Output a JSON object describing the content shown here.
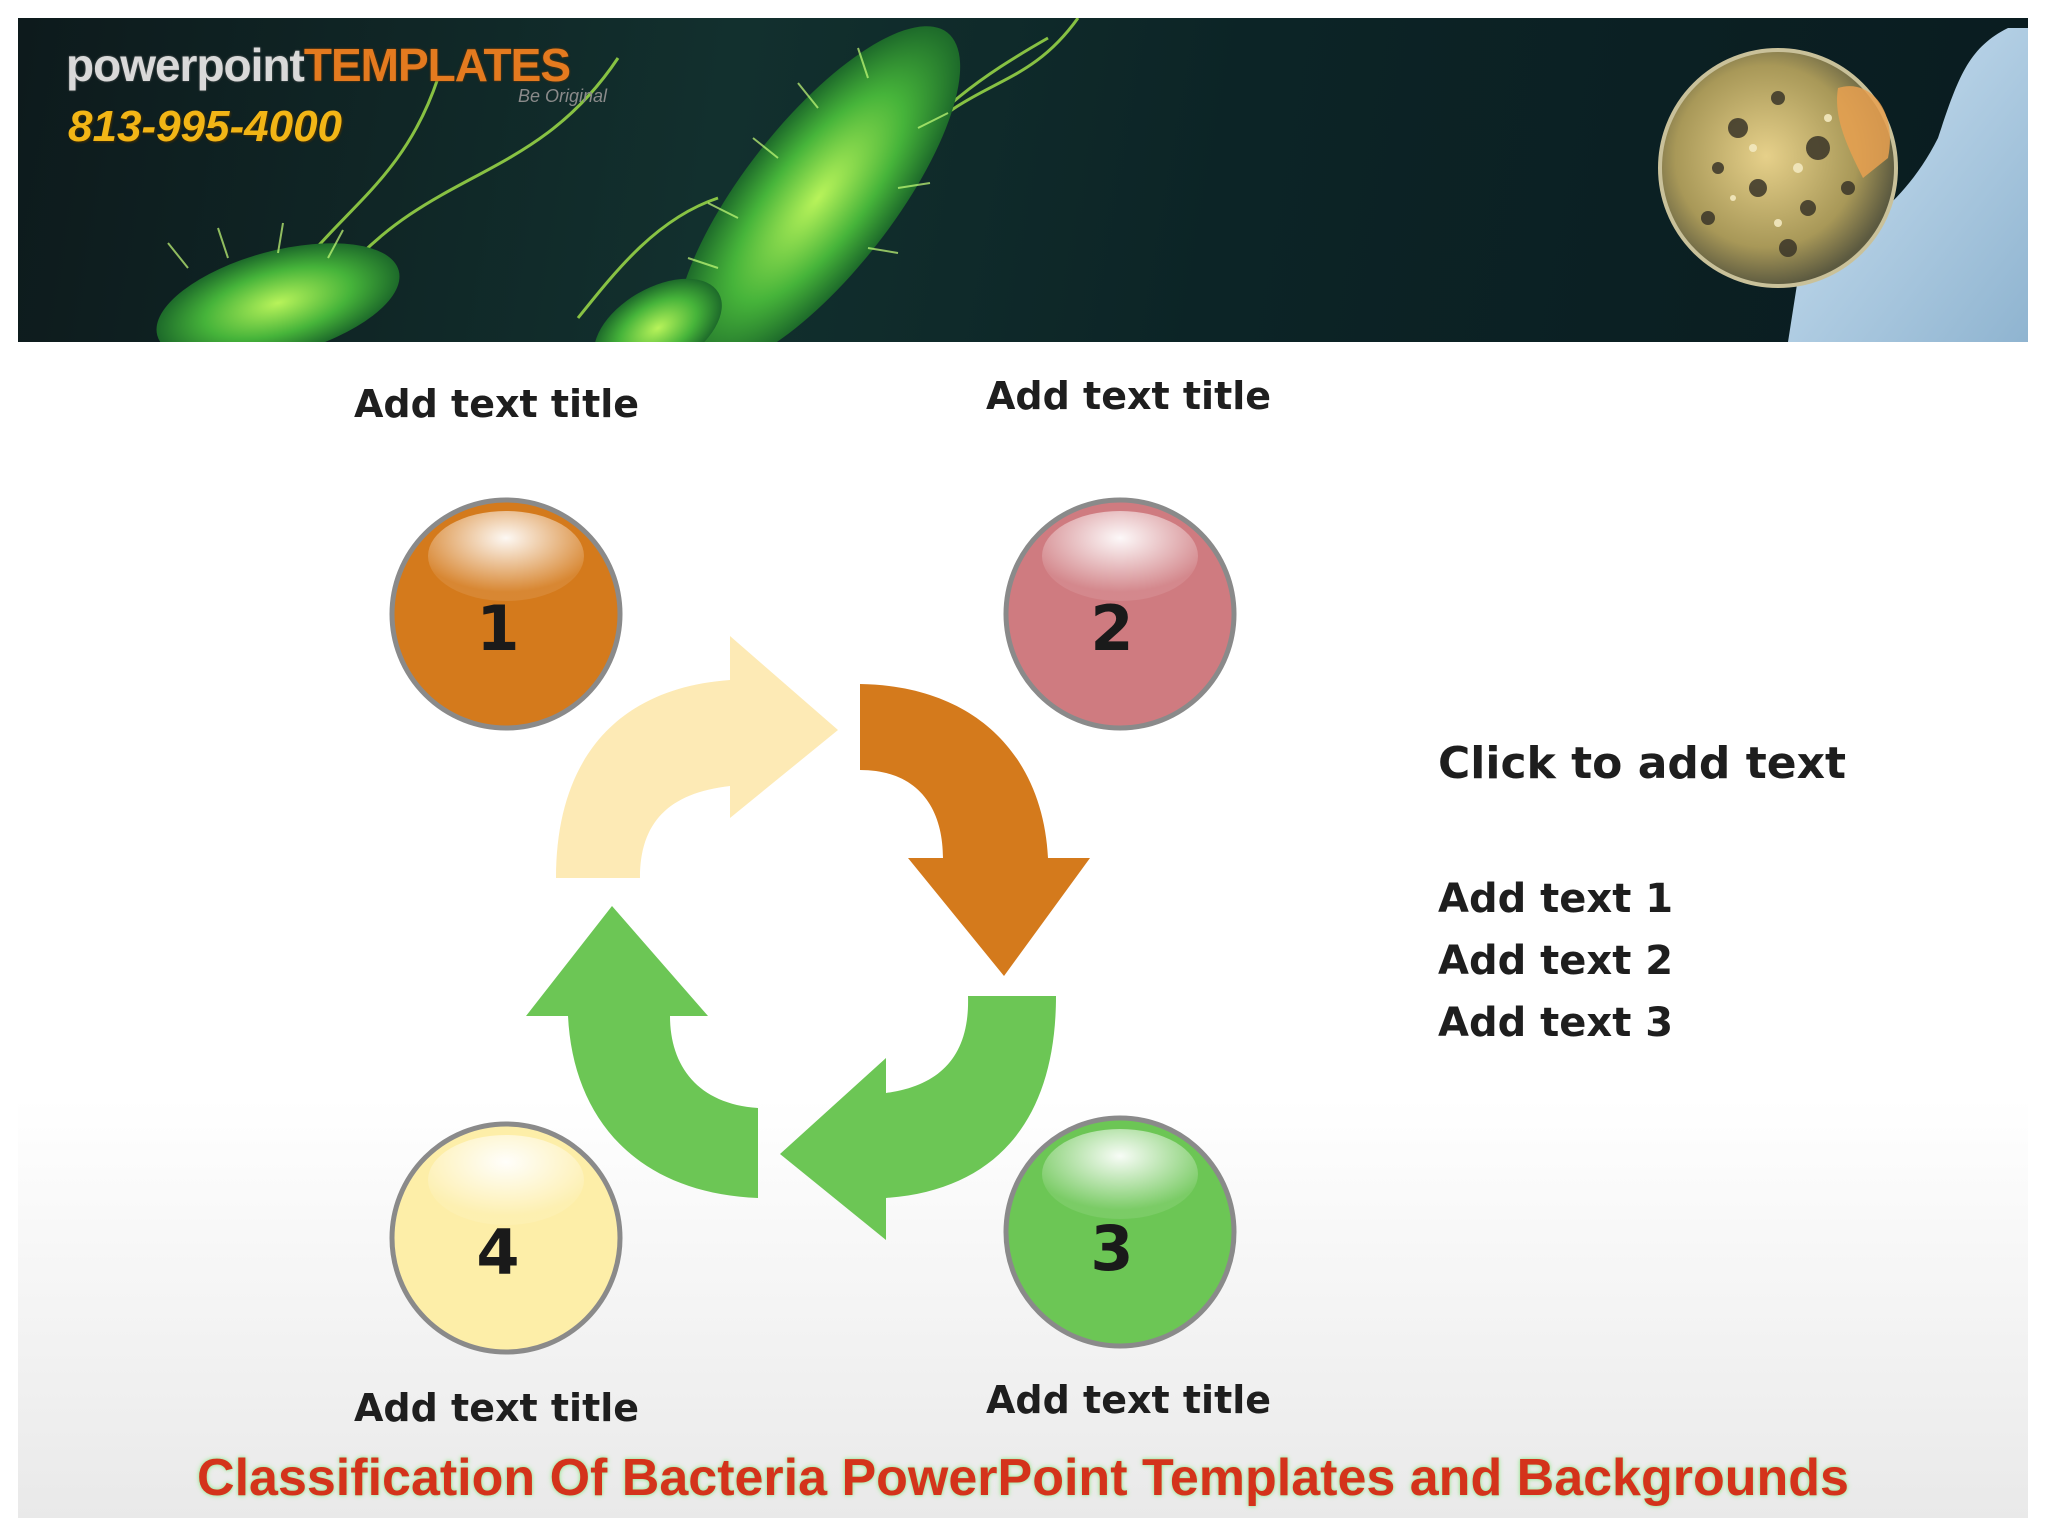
{
  "banner": {
    "brand_part1": "powerpoint",
    "brand_part2": "TEMPLATES",
    "brand_tagline": "Be Original",
    "phone": "813-995-4000"
  },
  "diagram": {
    "steps": [
      {
        "number": "1",
        "title": "Add text title",
        "color": "#d47a1c"
      },
      {
        "number": "2",
        "title": "Add text title",
        "color": "#cf7b80"
      },
      {
        "number": "3",
        "title": "Add text title",
        "color": "#6cc655"
      },
      {
        "number": "4",
        "title": "Add text title",
        "color": "#fdeea8"
      }
    ],
    "arrow_colors": {
      "top_left": "#fdeab5",
      "right": "#d47a1c",
      "bottom": "#6cc655",
      "left": "#6cc655"
    }
  },
  "textbox": {
    "heading": "Click to add text",
    "items": [
      "Add text 1",
      "Add text 2",
      "Add text 3"
    ]
  },
  "footer": {
    "title": "Classification Of Bacteria PowerPoint Templates and Backgrounds"
  }
}
